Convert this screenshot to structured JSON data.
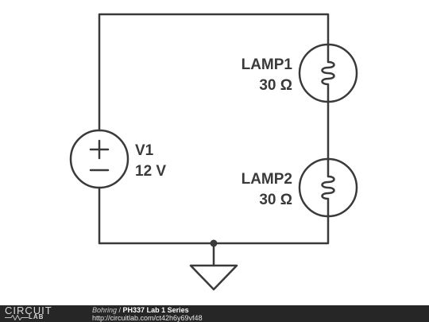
{
  "circuit": {
    "source": {
      "name": "V1",
      "value": "12 V"
    },
    "lamp1": {
      "name": "LAMP1",
      "value": "30 Ω"
    },
    "lamp2": {
      "name": "LAMP2",
      "value": "30 Ω"
    }
  },
  "footer": {
    "logo_top": "CIRCUIT",
    "logo_bottom": "LAB",
    "author": "Bohring",
    "separator": " / ",
    "title": "PH337 Lab 1 Series",
    "url": "http://circuitlab.com/ct42h6y69vf48"
  },
  "colors": {
    "wire": "#3a3a3a",
    "footer_bg": "#262626"
  }
}
